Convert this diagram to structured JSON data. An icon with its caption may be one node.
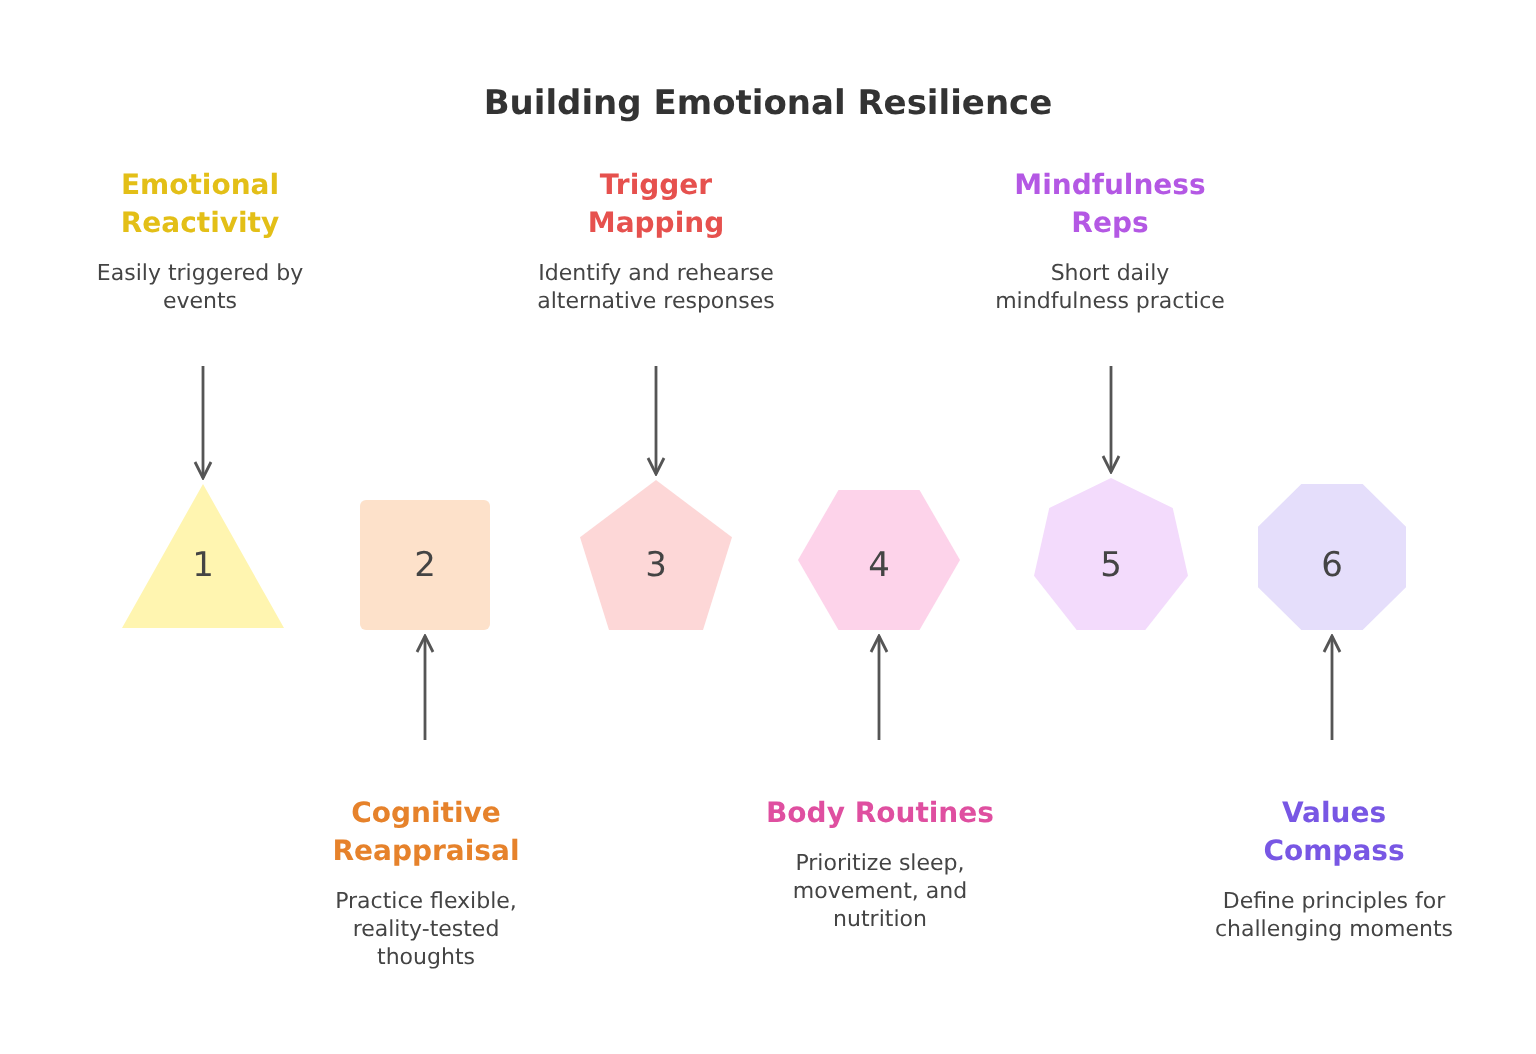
{
  "diagram": {
    "title": "Building Emotional Resilience",
    "nodes": [
      {
        "text": [
          "Emotional Reactivity",
          "Easily triggered by events"
        ]
      },
      {
        "text": [
          "Trigger Mapping",
          "Identify and rehearse alternative responses"
        ]
      },
      {
        "text": [
          "Mindfulness Reps",
          "Short daily mindfulness practice"
        ]
      },
      {
        "text": [
          "1"
        ]
      },
      {
        "text": [
          "2"
        ]
      },
      {
        "text": [
          "3"
        ]
      },
      {
        "text": [
          "4"
        ]
      },
      {
        "text": [
          "5"
        ]
      },
      {
        "text": [
          "6"
        ]
      },
      {
        "text": [
          "Cognitive Reappraisal",
          "Practice flexible, reality-tested thoughts"
        ]
      },
      {
        "text": [
          "Body Routines",
          "Prioritize sleep, movement, and nutrition"
        ]
      },
      {
        "text": [
          "Values Compass",
          "Define principles for challenging moments"
        ]
      }
    ],
    "edges": [
      {
        "from": 0,
        "to": 3,
        "arrow": "to"
      },
      {
        "from": 9,
        "to": 4,
        "arrow": "to"
      },
      {
        "from": 1,
        "to": 5,
        "arrow": "to"
      },
      {
        "from": 10,
        "to": 6,
        "arrow": "to"
      },
      {
        "from": 2,
        "to": 7,
        "arrow": "to"
      },
      {
        "from": 11,
        "to": 8,
        "arrow": "to"
      }
    ]
  }
}
